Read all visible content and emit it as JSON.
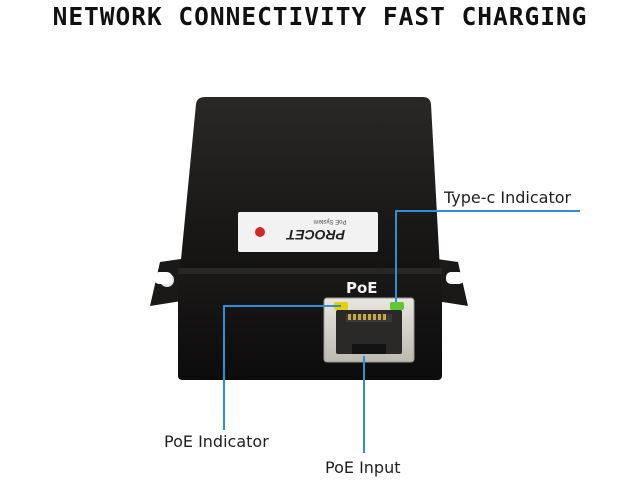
{
  "headline": "NETWORK CONNECTIVITY FAST CHARGING",
  "device": {
    "brand_logo": "PROCET",
    "brand_tagline": "PoE System",
    "port_label": "PoE",
    "body_color": "#1c1b1a",
    "indicator_yellow": "#e8d000",
    "indicator_green": "#5fc832"
  },
  "callouts": {
    "typec_indicator": "Type-c Indicator",
    "poe_indicator": "PoE Indicator",
    "poe_input": "PoE Input"
  },
  "colors": {
    "callout_line": "#2d8fd6",
    "text": "#1f1f1f"
  }
}
